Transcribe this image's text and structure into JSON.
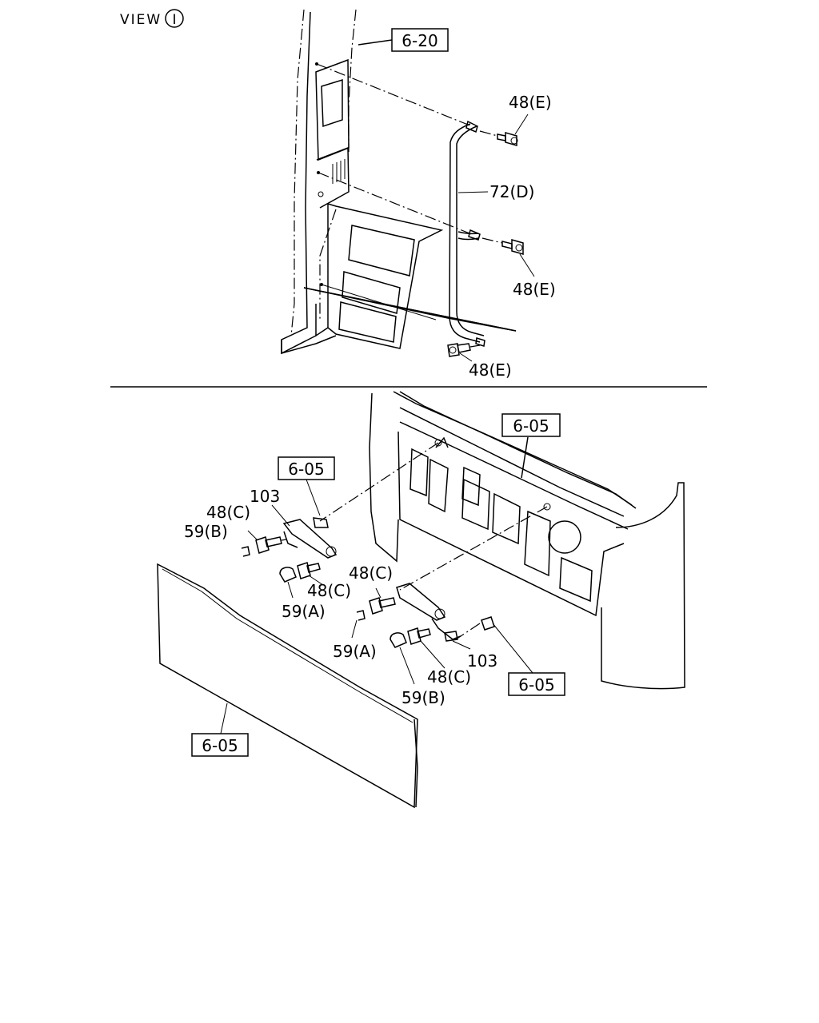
{
  "view_label": "VIEW",
  "view_marker": "I",
  "top_section": {
    "ref_6_20": "6-20",
    "bolt_upper": "48(E)",
    "pipe": "72(D)",
    "bolt_middle": "48(E)",
    "bolt_lower": "48(E)"
  },
  "bottom_section": {
    "ref_panel_top": "6-05",
    "ref_bracket_left": "6-05",
    "label_103_left": "103",
    "label_48c_left_a": "48(C)",
    "label_59b_left": "59(B)",
    "label_48c_left_b": "48(C)",
    "label_59a_left": "59(A)",
    "label_48c_mid": "48(C)",
    "label_59a_mid": "59(A)",
    "label_103_right": "103",
    "label_48c_right": "48(C)",
    "label_59b_right": "59(B)",
    "ref_right_box": "6-05",
    "ref_lid": "6-05"
  }
}
